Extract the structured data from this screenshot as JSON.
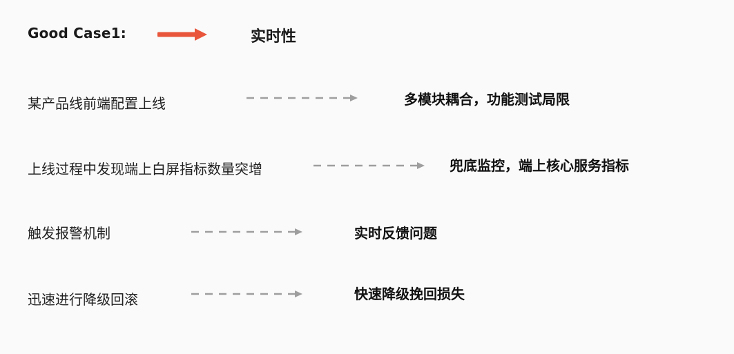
{
  "header": {
    "label": "Good Case1:",
    "topic": "实时性",
    "arrow_color": "#e8553a"
  },
  "rows": [
    {
      "event": "某产品线前端配置上线",
      "result": "多模块耦合，功能测试局限"
    },
    {
      "event": "上线过程中发现端上白屏指标数量突增",
      "result": "兜底监控，端上核心服务指标"
    },
    {
      "event": "触发报警机制",
      "result": "实时反馈问题"
    },
    {
      "event": "迅速进行降级回滚",
      "result": "快速降级挽回损失"
    }
  ],
  "dash_color": "#9e9e9e"
}
